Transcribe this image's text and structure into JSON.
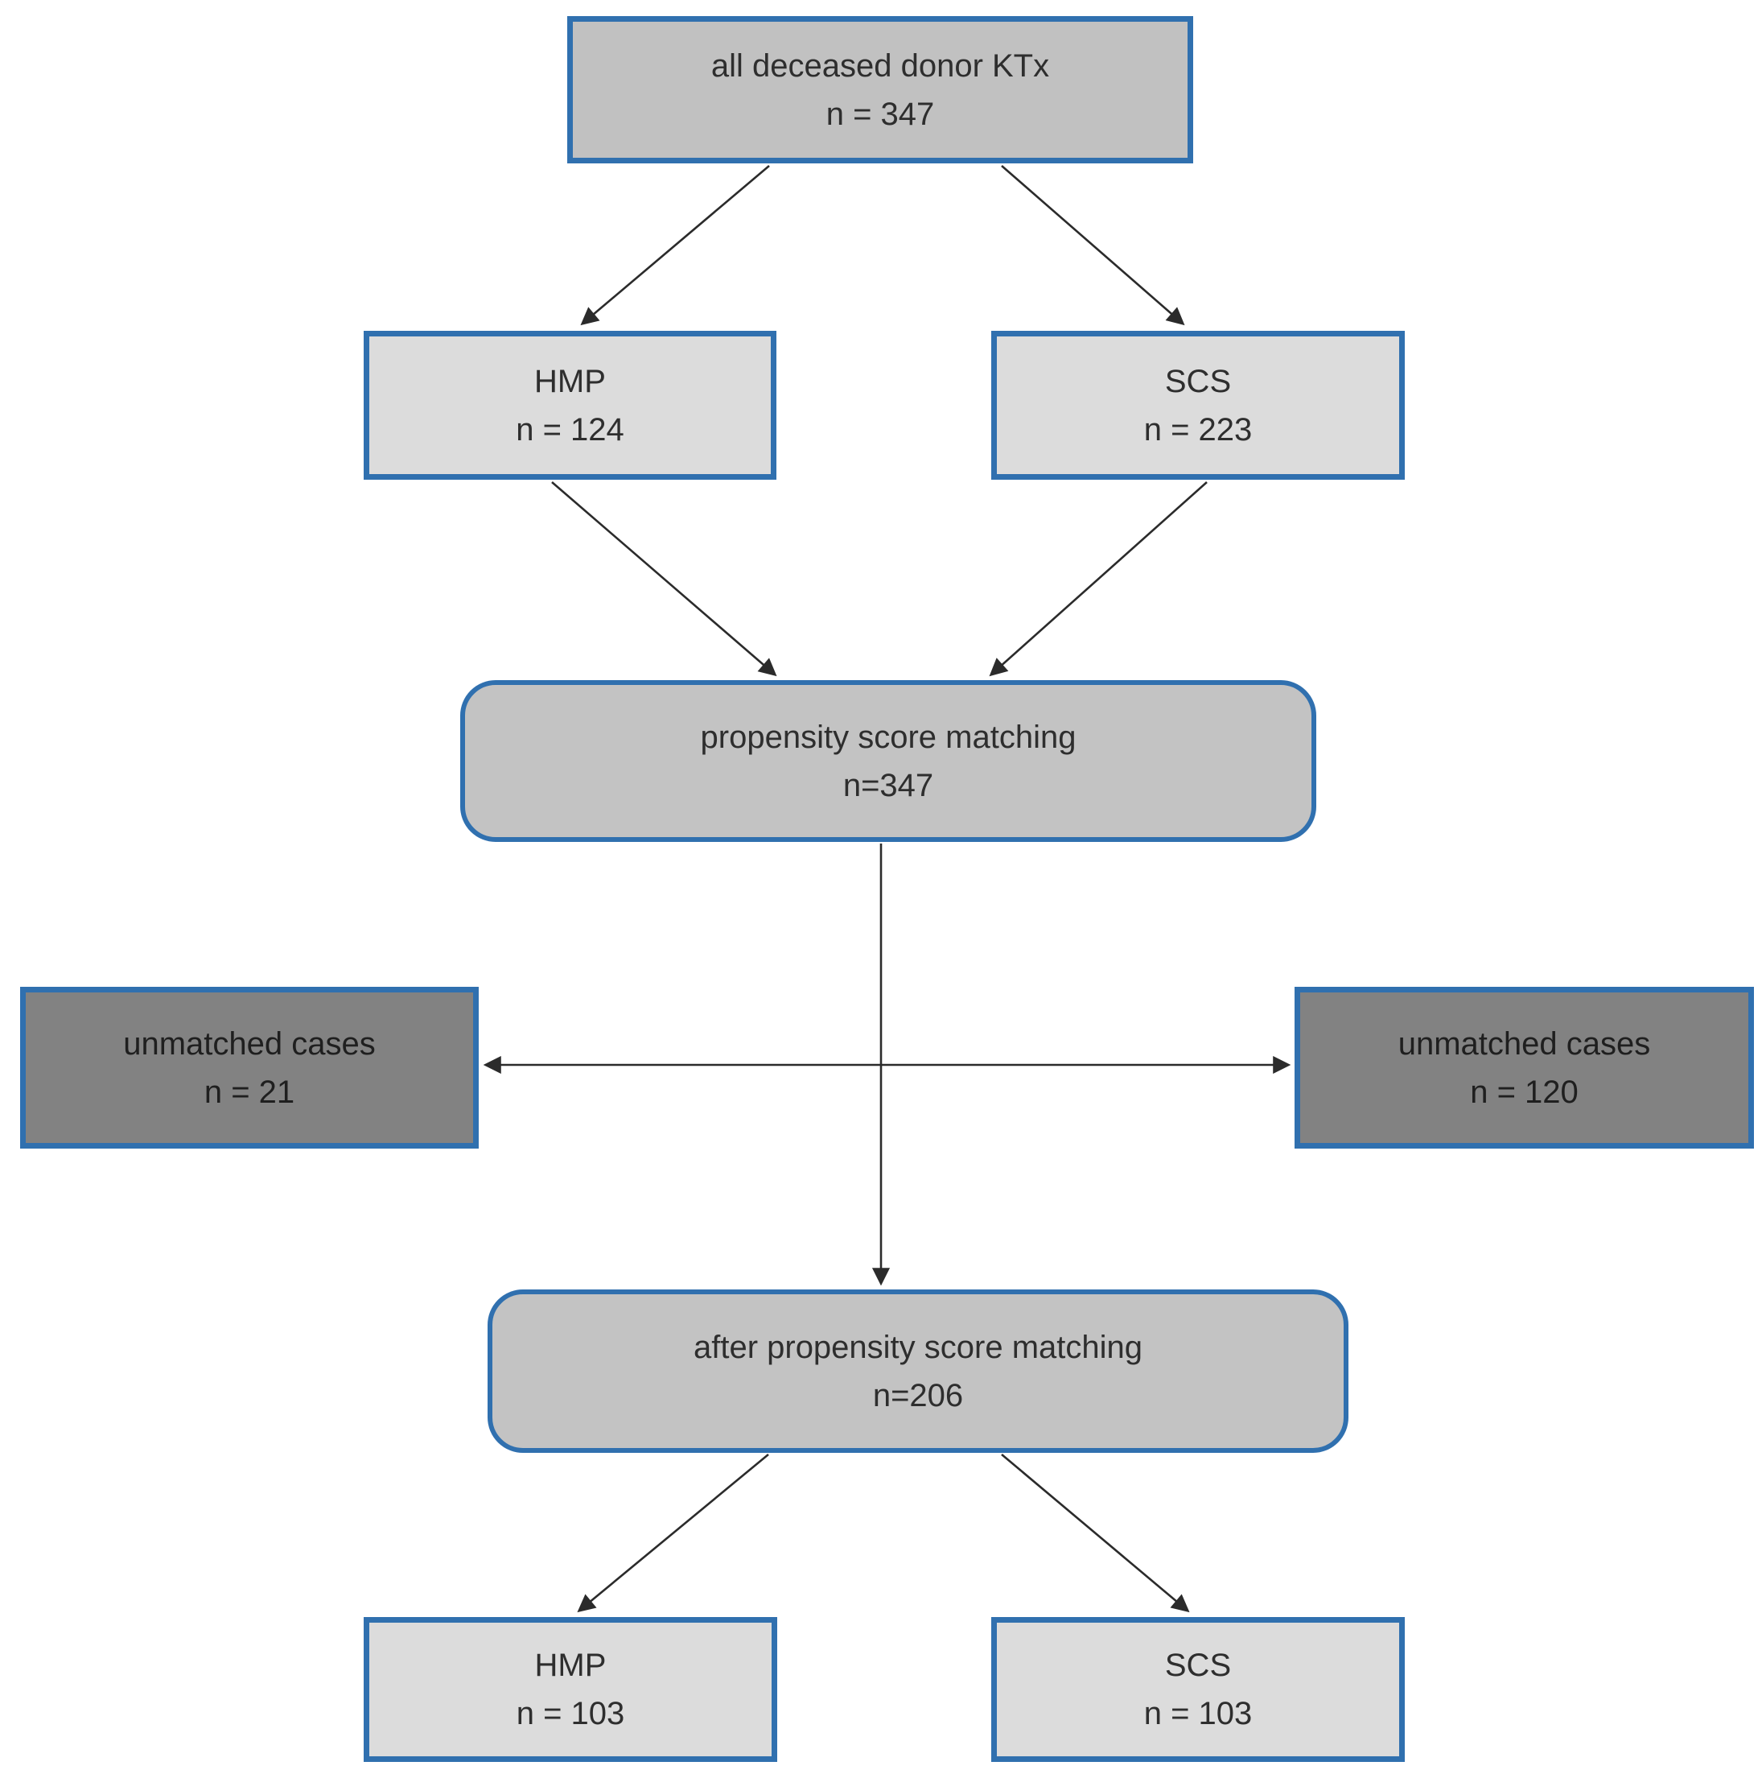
{
  "diagram": {
    "type": "flowchart",
    "nodes": {
      "all_ktx": {
        "label": "all deceased donor KTx",
        "count": "n = 347"
      },
      "hmp_pre": {
        "label": "HMP",
        "count": "n = 124"
      },
      "scs_pre": {
        "label": "SCS",
        "count": "n = 223"
      },
      "psm": {
        "label": "propensity score matching",
        "count": "n=347"
      },
      "unmatched_left": {
        "label": "unmatched cases",
        "count": "n = 21"
      },
      "unmatched_right": {
        "label": "unmatched cases",
        "count": "n = 120"
      },
      "apsm": {
        "label": "after propensity score matching",
        "count": "n=206"
      },
      "hmp_post": {
        "label": "HMP",
        "count": "n = 103"
      },
      "scs_post": {
        "label": "SCS",
        "count": "n = 103"
      }
    },
    "edges": [
      {
        "from": "all_ktx",
        "to": "hmp_pre"
      },
      {
        "from": "all_ktx",
        "to": "scs_pre"
      },
      {
        "from": "hmp_pre",
        "to": "psm"
      },
      {
        "from": "scs_pre",
        "to": "psm"
      },
      {
        "from": "psm",
        "to": "unmatched_left"
      },
      {
        "from": "psm",
        "to": "unmatched_right"
      },
      {
        "from": "psm",
        "to": "apsm"
      },
      {
        "from": "apsm",
        "to": "hmp_post"
      },
      {
        "from": "apsm",
        "to": "scs_post"
      }
    ]
  },
  "colors": {
    "border_blue": "#3070af",
    "fill_mid": "#c1c1c1",
    "fill_light": "#dcdcdc",
    "fill_dark": "#828282",
    "line_color": "#2b2b2b",
    "text_color": "#2e2e2e",
    "bg": "#ffffff"
  }
}
